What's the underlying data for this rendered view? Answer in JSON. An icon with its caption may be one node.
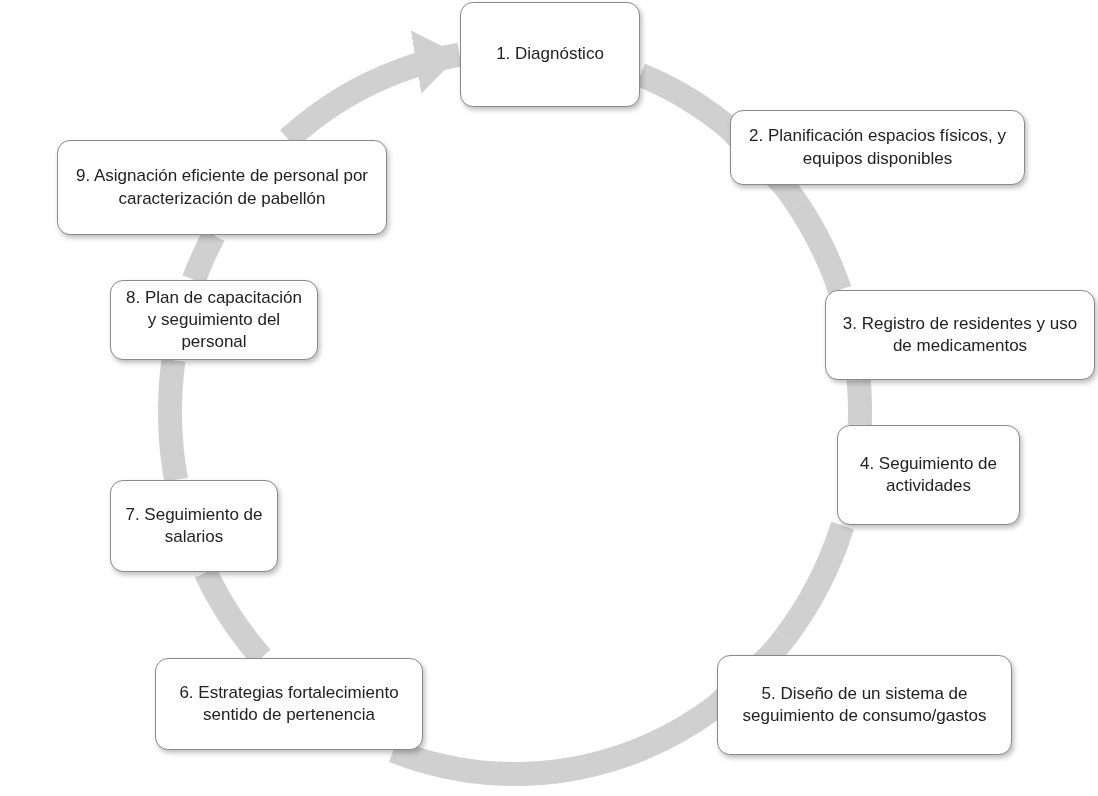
{
  "diagram": {
    "nodes": [
      {
        "text": [
          "1. Diagnóstico"
        ]
      },
      {
        "text": [
          "2. Planificación espacios físicos, y equipos disponibles"
        ]
      },
      {
        "text": [
          "3. Registro de residentes y uso de medicamentos"
        ]
      },
      {
        "text": [
          "4. Seguimiento de actividades"
        ]
      },
      {
        "text": [
          "5. Diseño de un sistema de seguimiento de consumo/gastos"
        ]
      },
      {
        "text": [
          "6. Estrategias fortalecimiento sentido de pertenencia"
        ]
      },
      {
        "text": [
          "7. Seguimiento de salarios"
        ]
      },
      {
        "text": [
          "8. Plan de capacitación y seguimiento del personal"
        ]
      },
      {
        "text": [
          "9. Asignación eficiente de personal por caracterización de pabellón"
        ]
      }
    ],
    "edges": [
      {
        "from": 0,
        "to": 1,
        "arrow": "none"
      },
      {
        "from": 1,
        "to": 2,
        "arrow": "none"
      },
      {
        "from": 2,
        "to": 3,
        "arrow": "none"
      },
      {
        "from": 3,
        "to": 4,
        "arrow": "none"
      },
      {
        "from": 4,
        "to": 5,
        "arrow": "none"
      },
      {
        "from": 5,
        "to": 6,
        "arrow": "none"
      },
      {
        "from": 6,
        "to": 7,
        "arrow": "none"
      },
      {
        "from": 7,
        "to": 8,
        "arrow": "none"
      },
      {
        "from": 8,
        "to": 0,
        "arrow": "to"
      }
    ]
  }
}
